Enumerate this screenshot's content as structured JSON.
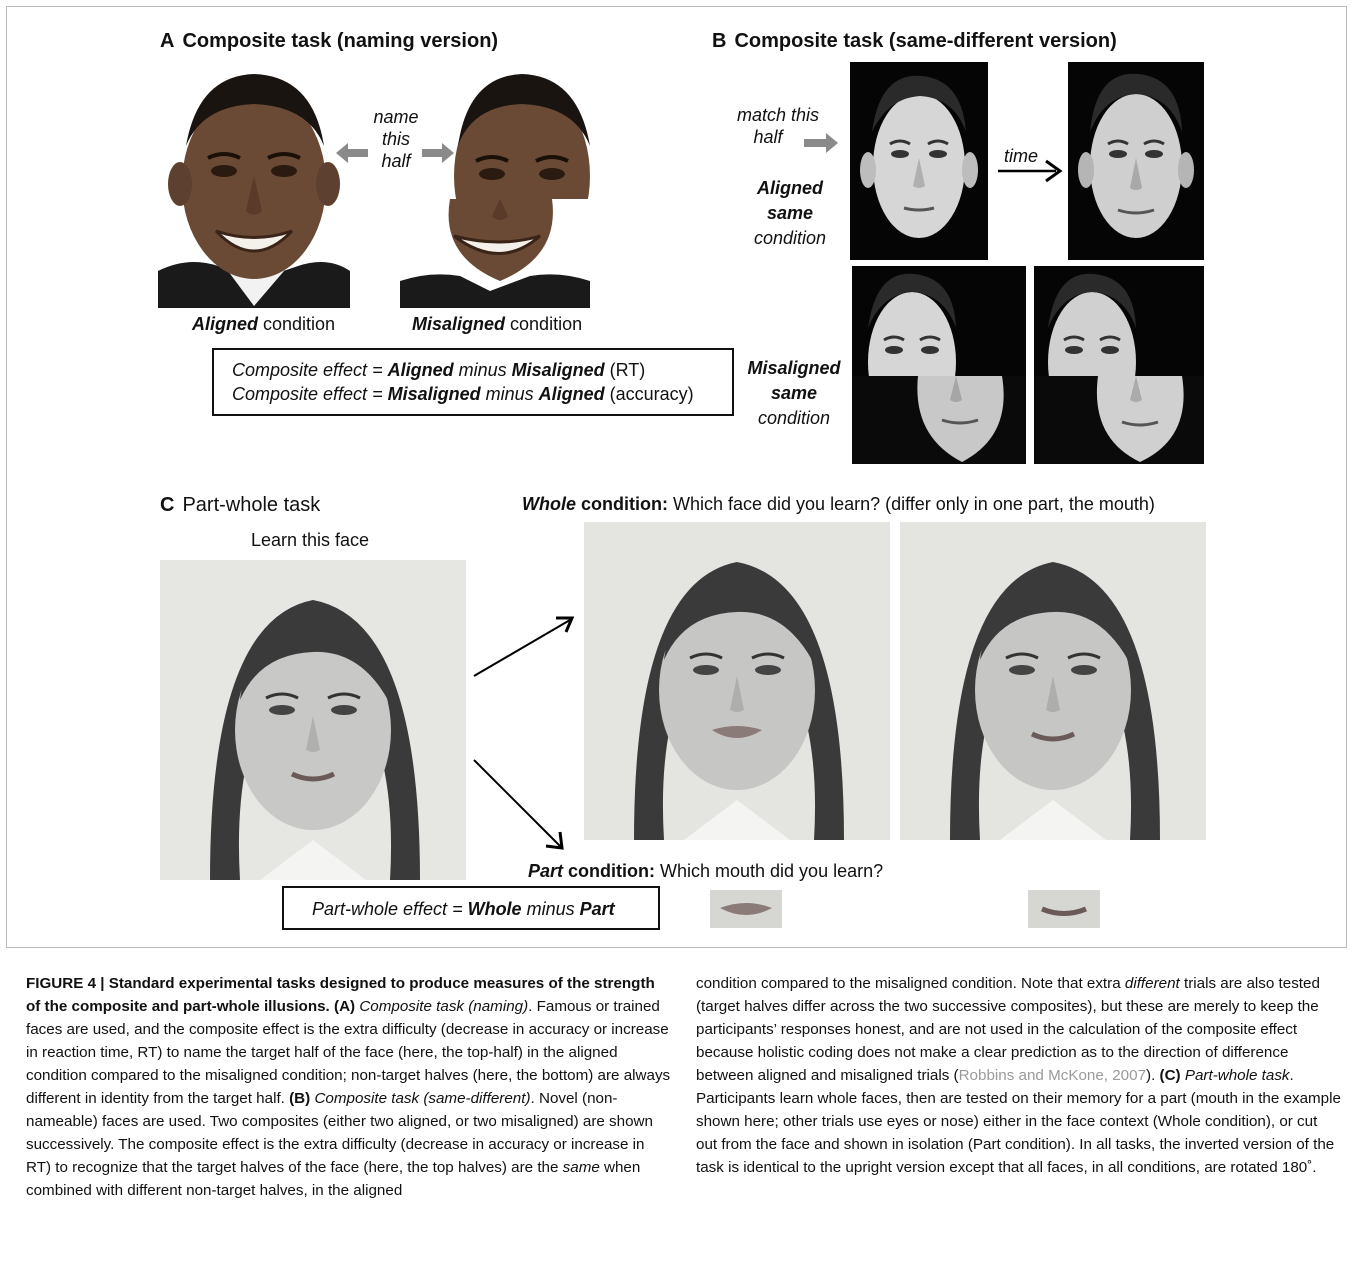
{
  "panelA": {
    "letter": "A",
    "title": "Composite task (naming version)",
    "instruction_lines": [
      "name",
      "this",
      "half"
    ],
    "aligned_label_bold": "Aligned",
    "misaligned_label_bold": "Misaligned",
    "condition_word": "condition",
    "formula1": {
      "prefix": "Composite effect = ",
      "first": "Aligned",
      "mid": " minus ",
      "second": "Misaligned",
      "suffix": " (RT)"
    },
    "formula2": {
      "prefix": "Composite effect = ",
      "first": "Misaligned",
      "mid": " minus ",
      "second": "Aligned",
      "suffix": " (accuracy)"
    }
  },
  "panelB": {
    "letter": "B",
    "title": "Composite task (same-different version)",
    "instruction_lines": [
      "match this",
      "half"
    ],
    "time_label": "time",
    "aligned_lines": [
      "Aligned",
      "same",
      "condition"
    ],
    "misaligned_lines": [
      "Misaligned",
      "same",
      "condition"
    ]
  },
  "panelC": {
    "letter": "C",
    "title": "Part-whole task",
    "learn_label": "Learn this face",
    "whole_bold": "Whole",
    "whole_rest": " condition:",
    "whole_question": " Which face did you learn? (differ only in one part, the mouth)",
    "part_bold": "Part",
    "part_rest": " condition:",
    "part_question": " Which mouth did you learn?",
    "formula": {
      "prefix": "Part-whole effect = ",
      "first": "Whole",
      "mid": " minus ",
      "second": "Part"
    }
  },
  "caption": {
    "figure_label": "FIGURE 4 | Standard experimental tasks designed to produce measures of the strength of the composite and part-whole illusions.",
    "seg_a_label": "(A)",
    "seg_a_title": "Composite task (naming)",
    "seg_a_text": ". Famous or trained faces are used, and the composite effect is the extra difficulty (decrease in accuracy or increase in reaction time, RT) to name the target half of the face (here, the top-half) in the aligned condition compared to the misaligned condition; non-target halves (here, the bottom) are always different in identity from the target half. ",
    "seg_b_label": "(B)",
    "seg_b_title": "Composite task (same-different)",
    "seg_b_text1": ". Novel (non-nameable) faces are used. Two composites (either two aligned, or two misaligned) are shown successively. The composite effect is the extra difficulty (decrease in accuracy or increase in RT) to recognize that the target halves of the face (here, the top halves) are the ",
    "seg_b_same": "same",
    "seg_b_text2": " when combined with different non-target halves, in the aligned condition compared to the misaligned condition. Note that extra ",
    "seg_b_different": "different",
    "seg_b_text3": " trials are also tested (target halves differ across the two successive composites), but these are merely to keep the participants’ responses honest, and are not used in the calculation of the composite effect because holistic coding does not make a clear prediction as to the direction of difference between aligned and misaligned trials (",
    "seg_b_ref": "Robbins and McKone, 2007",
    "seg_b_text4": "). ",
    "seg_c_label": "(C)",
    "seg_c_title": "Part-whole task",
    "seg_c_text": ". Participants learn whole faces, then are tested on their memory for a part (mouth in the example shown here; other trials use eyes or nose) either in the face context (Whole condition), or cut out from the face and shown in isolation (Part condition). In all tasks, the inverted version of the task is identical to the upright version except that all faces, in all conditions, are rotated 180˚."
  }
}
